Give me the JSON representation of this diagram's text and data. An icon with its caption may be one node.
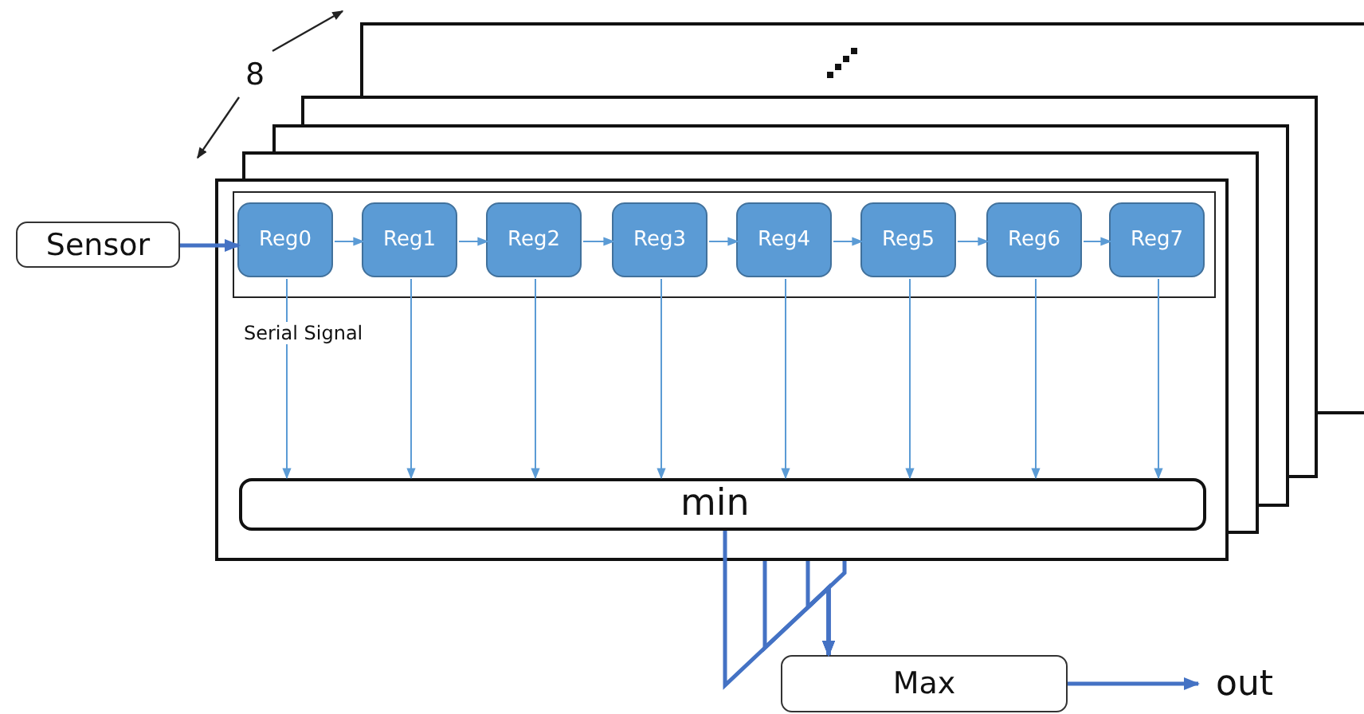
{
  "diagram": {
    "nodes": [
      {
        "text": [
          "Sensor"
        ]
      },
      {
        "text": [],
        "shape": "box"
      },
      {
        "text": [],
        "shape": "box",
        "in": 1
      },
      {
        "text": [
          "Reg0"
        ],
        "in": 2
      },
      {
        "text": [
          "Reg1"
        ],
        "in": 2
      },
      {
        "text": [
          "Reg2"
        ],
        "in": 2
      },
      {
        "text": [
          "Reg3"
        ],
        "in": 2
      },
      {
        "text": [
          "Reg4"
        ],
        "in": 2
      },
      {
        "text": [
          "Reg5"
        ],
        "in": 2
      },
      {
        "text": [
          "Reg6"
        ],
        "in": 2
      },
      {
        "text": [
          "Reg7"
        ],
        "in": 2
      },
      {
        "text": [
          "min"
        ],
        "in": 1
      },
      {
        "text": [
          "Max"
        ]
      },
      {
        "text": [
          "out"
        ]
      }
    ],
    "edges": [
      {
        "from": 0,
        "to": 3,
        "arrow": "to",
        "style": "thick",
        "color": "#4472c4"
      },
      {
        "from": 3,
        "to": 4,
        "arrow": "to"
      },
      {
        "from": 4,
        "to": 5,
        "arrow": "to"
      },
      {
        "from": 5,
        "to": 6,
        "arrow": "to"
      },
      {
        "from": 6,
        "to": 7,
        "arrow": "to"
      },
      {
        "from": 7,
        "to": 8,
        "arrow": "to"
      },
      {
        "from": 8,
        "to": 9,
        "arrow": "to"
      },
      {
        "from": 9,
        "to": 10,
        "arrow": "to"
      },
      {
        "from": 3,
        "to": 11,
        "arrow": "to"
      },
      {
        "from": 4,
        "to": 11,
        "arrow": "to"
      },
      {
        "from": 5,
        "to": 11,
        "arrow": "to"
      },
      {
        "from": 6,
        "to": 11,
        "arrow": "to"
      },
      {
        "from": 7,
        "to": 11,
        "arrow": "to"
      },
      {
        "from": 8,
        "to": 11,
        "arrow": "to"
      },
      {
        "from": 9,
        "to": 11,
        "arrow": "to"
      },
      {
        "from": 10,
        "to": 11,
        "arrow": "to"
      },
      {
        "from": 11,
        "to": 12,
        "arrow": "to",
        "style": "thick",
        "color": "#4472c4"
      },
      {
        "from": 1,
        "to": 12,
        "arrow": "to",
        "style": "thick",
        "color": "#4472c4"
      },
      {
        "from": 1,
        "to": 12,
        "arrow": "to",
        "style": "thick",
        "color": "#4472c4"
      },
      {
        "from": 1,
        "to": 12,
        "arrow": "to",
        "style": "thick",
        "color": "#4472c4"
      },
      {
        "from": 12,
        "to": 13,
        "arrow": "to",
        "style": "thick",
        "color": "#4472c4"
      }
    ],
    "labels": [
      "8",
      "Serial Signal"
    ]
  }
}
